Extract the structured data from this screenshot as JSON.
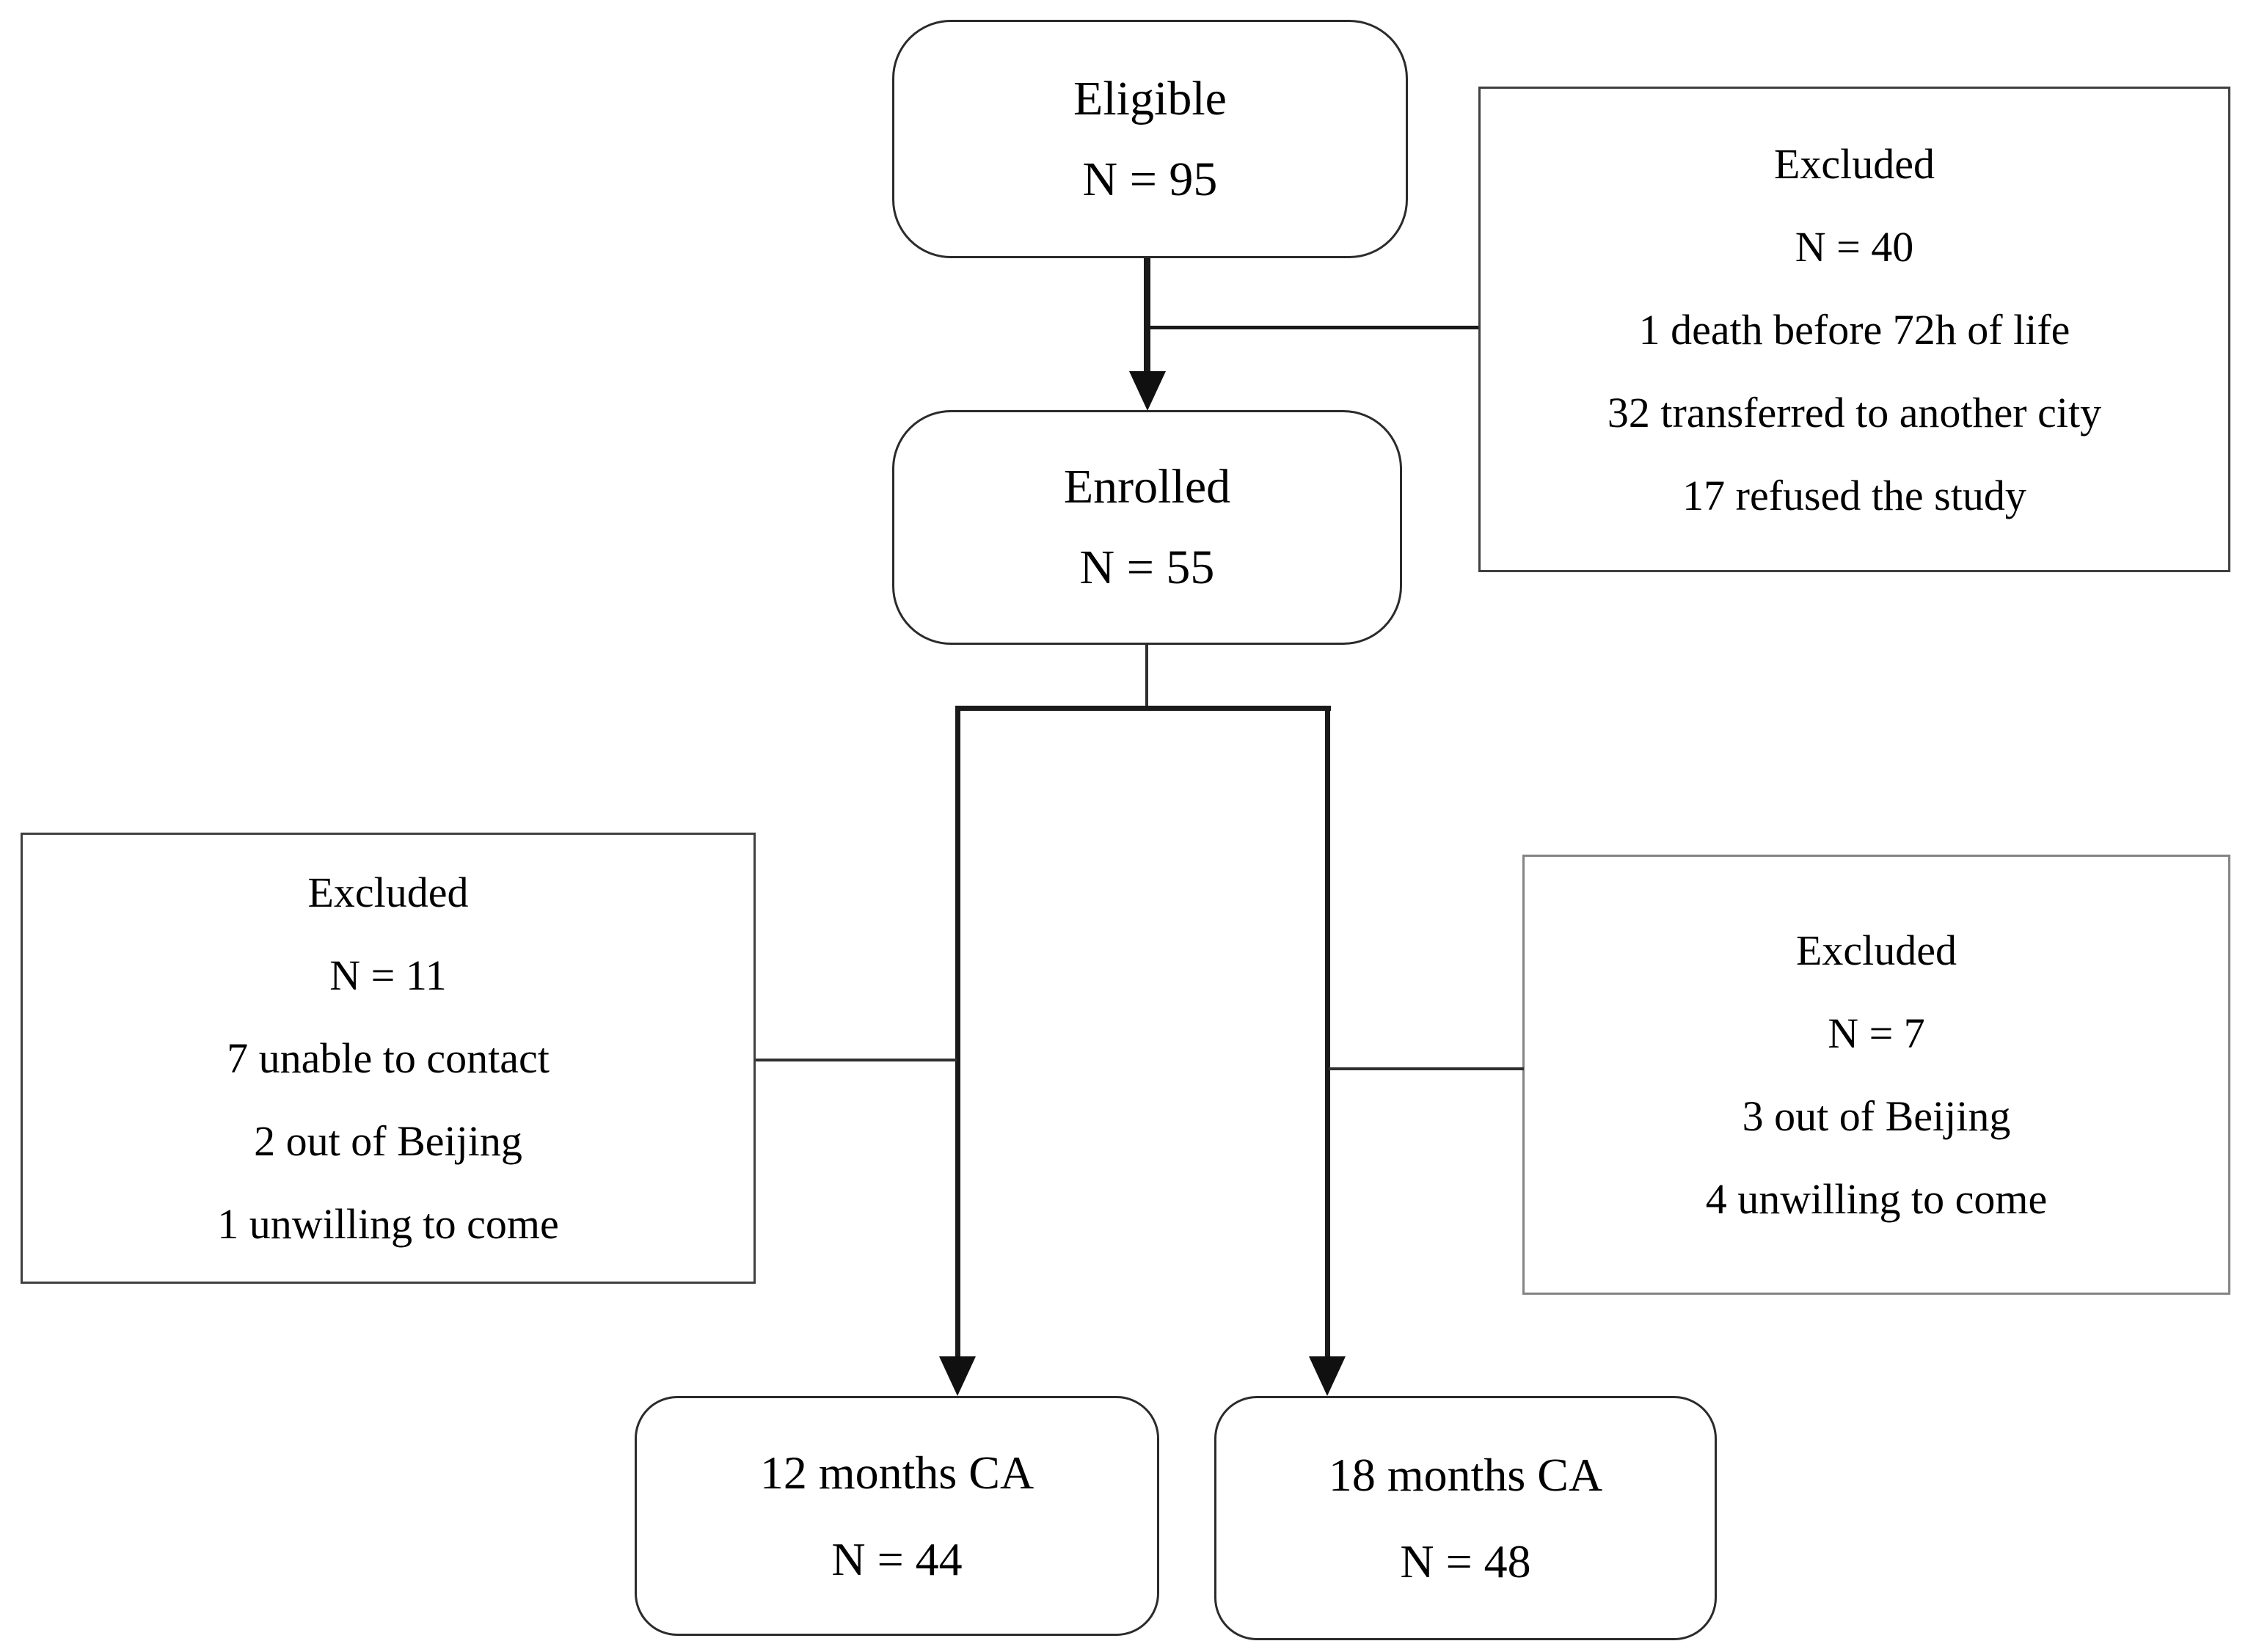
{
  "boxes": {
    "eligible": {
      "title": "Eligible",
      "n": "N = 95"
    },
    "excluded_initial": {
      "title": "Excluded",
      "n": "N = 40",
      "items": [
        "1 death before 72h of life",
        "32 transferred to another city",
        "17 refused the study"
      ]
    },
    "enrolled": {
      "title": "Enrolled",
      "n": "N = 55"
    },
    "excluded_12m": {
      "title": "Excluded",
      "n": "N = 11",
      "items": [
        "7 unable to contact",
        "2 out of Beijing",
        "1 unwilling to come"
      ]
    },
    "excluded_18m": {
      "title": "Excluded",
      "n": "N = 7",
      "items": [
        "3 out of Beijing",
        "4 unwilling to come"
      ]
    },
    "outcome_12m": {
      "title": "12 months CA",
      "n": "N = 44"
    },
    "outcome_18m": {
      "title": "18 months CA",
      "n": "N = 48"
    }
  },
  "colors": {
    "ink": "#000000",
    "line": "#1a1a1a",
    "border_dark": "#3f3f3f",
    "border_gray": "#848484",
    "background": "#ffffff"
  }
}
